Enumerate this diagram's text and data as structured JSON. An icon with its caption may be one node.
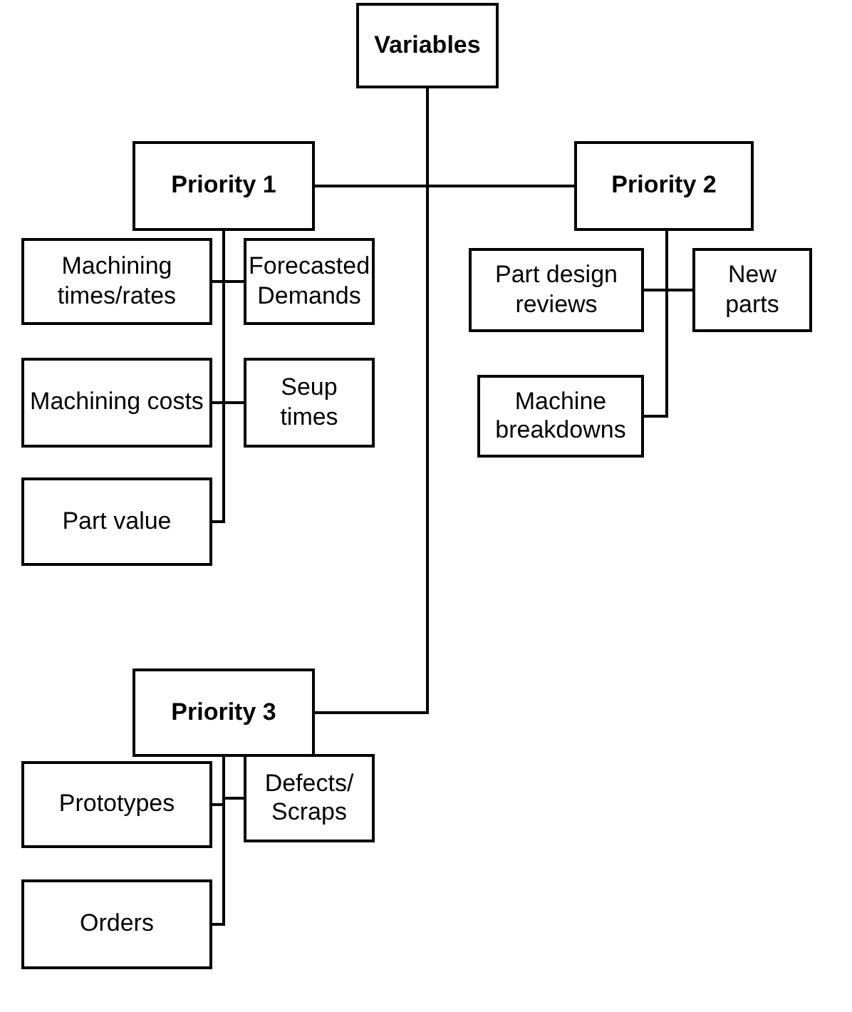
{
  "diagram": {
    "nodes": [
      {
        "text": [
          "Variables"
        ]
      },
      {
        "text": [
          "Priority 1"
        ]
      },
      {
        "text": [
          "Priority 2"
        ]
      },
      {
        "text": [
          "Machining times/rates"
        ]
      },
      {
        "text": [
          "Forecasted Demands"
        ]
      },
      {
        "text": [
          "Part design reviews"
        ]
      },
      {
        "text": [
          "New parts"
        ]
      },
      {
        "text": [
          "Machining costs"
        ]
      },
      {
        "text": [
          "Seup times"
        ]
      },
      {
        "text": [
          "Machine breakdowns"
        ]
      },
      {
        "text": [
          "Part value"
        ]
      },
      {
        "text": [
          "Priority 3"
        ]
      },
      {
        "text": [
          "Prototypes"
        ]
      },
      {
        "text": [
          "Defects/ Scraps"
        ]
      },
      {
        "text": [
          "Orders"
        ]
      }
    ],
    "edges": [
      {
        "from": 0,
        "to": 1,
        "arrow": "none"
      },
      {
        "from": 0,
        "to": 2,
        "arrow": "none"
      },
      {
        "from": 0,
        "to": 11,
        "arrow": "none"
      },
      {
        "from": 1,
        "to": 3,
        "arrow": "none"
      },
      {
        "from": 1,
        "to": 4,
        "arrow": "none"
      },
      {
        "from": 1,
        "to": 7,
        "arrow": "none"
      },
      {
        "from": 1,
        "to": 8,
        "arrow": "none"
      },
      {
        "from": 1,
        "to": 10,
        "arrow": "none"
      },
      {
        "from": 2,
        "to": 5,
        "arrow": "none"
      },
      {
        "from": 2,
        "to": 6,
        "arrow": "none"
      },
      {
        "from": 2,
        "to": 9,
        "arrow": "none"
      },
      {
        "from": 11,
        "to": 12,
        "arrow": "none"
      },
      {
        "from": 11,
        "to": 13,
        "arrow": "none"
      },
      {
        "from": 11,
        "to": 14,
        "arrow": "none"
      }
    ]
  }
}
